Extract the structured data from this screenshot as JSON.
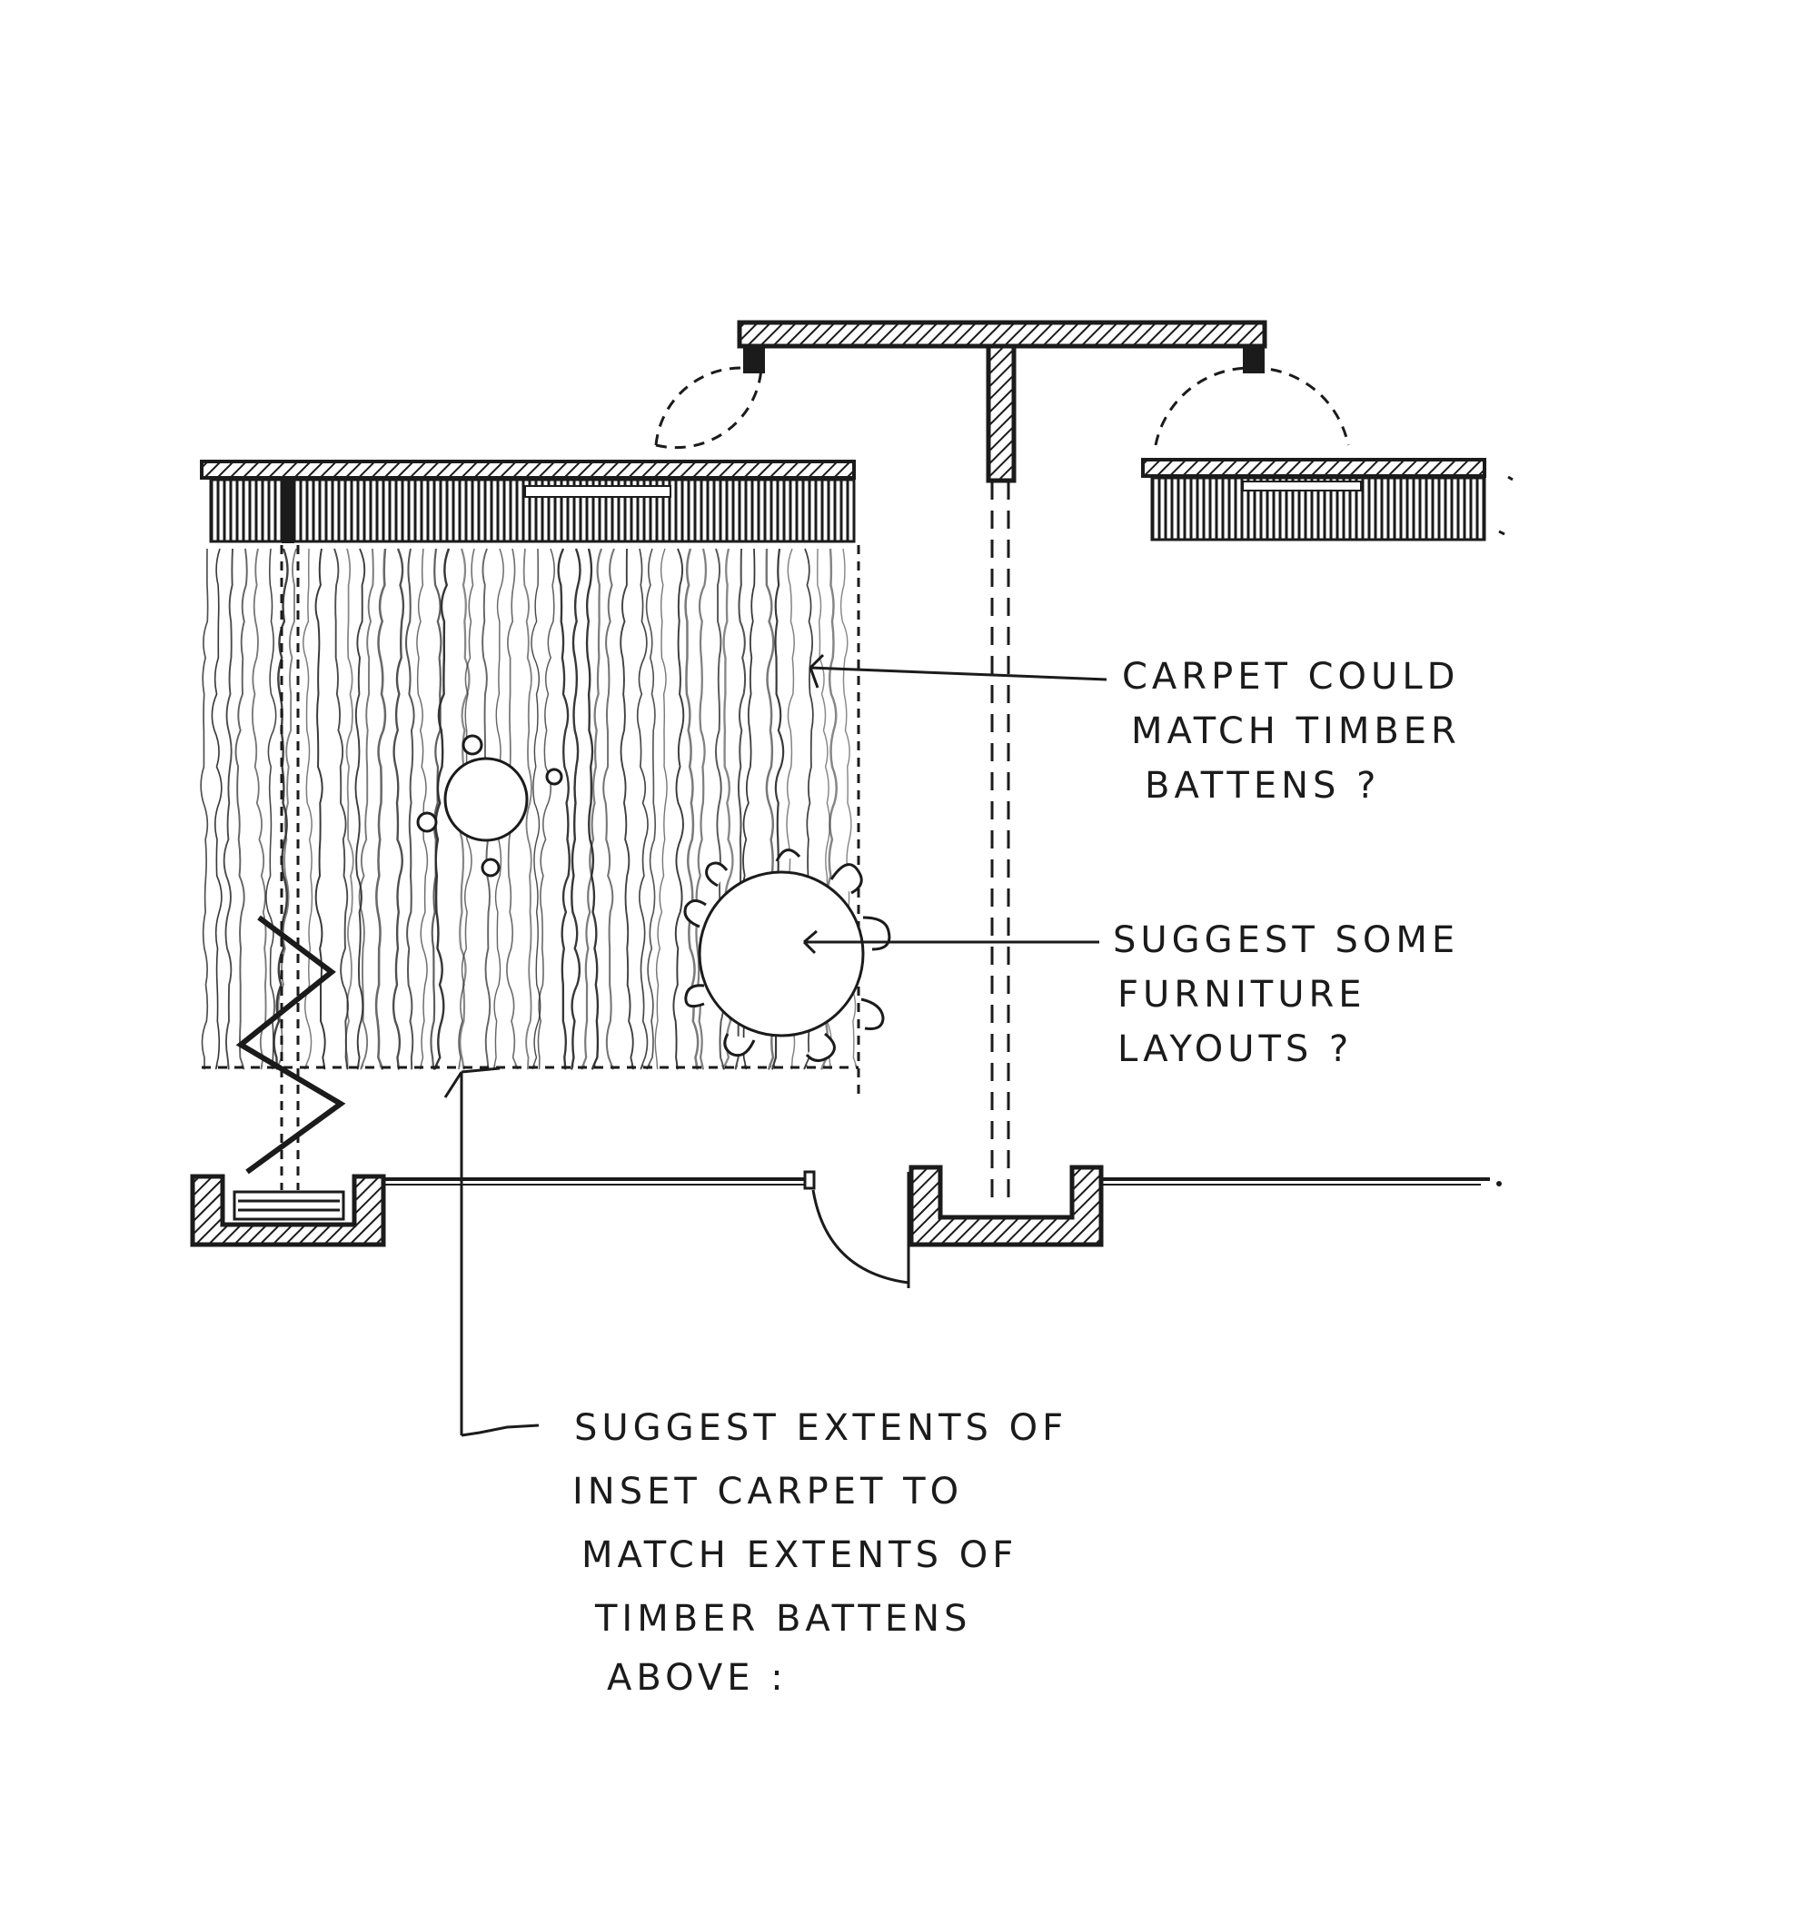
{
  "annotations": {
    "carpet_timber": [
      "CARPET COULD",
      "MATCH TIMBER",
      "BATTENS ?"
    ],
    "furniture": [
      "SUGGEST SOME",
      "FURNITURE",
      "LAYOUTS ?"
    ],
    "extents": [
      "SUGGEST EXTENTS OF",
      "INSET CARPET TO",
      "MATCH EXTENTS OF",
      "TIMBER BATTENS",
      "ABOVE :"
    ]
  },
  "colors": {
    "ink": "#1b1b1b",
    "paper": "#ffffff"
  }
}
